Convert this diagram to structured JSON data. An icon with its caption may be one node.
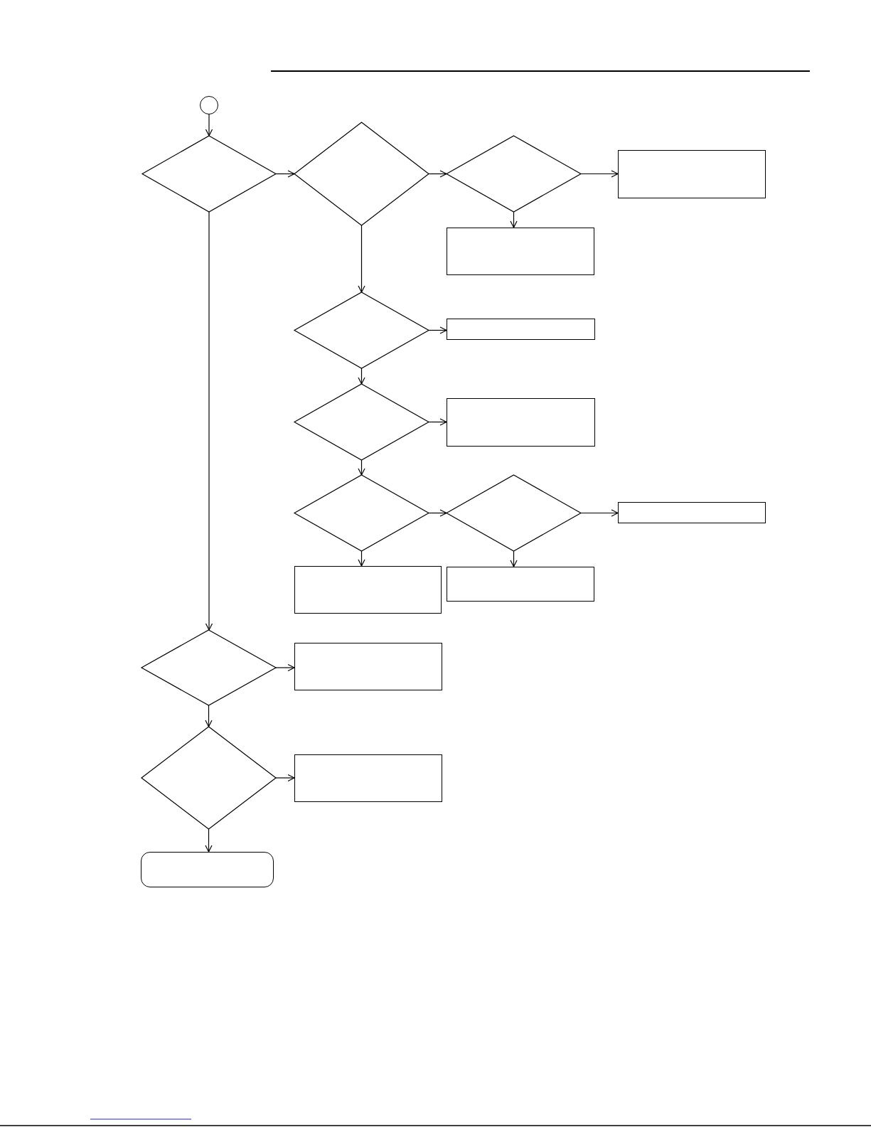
{
  "diagram": {
    "nodes": [
      {
        "text": [],
        "shape": "circle"
      },
      {
        "text": [],
        "shape": "diamond"
      },
      {
        "text": [],
        "shape": "diamond"
      },
      {
        "text": [],
        "shape": "diamond"
      },
      {
        "text": [],
        "shape": "box"
      },
      {
        "text": [],
        "shape": "box"
      },
      {
        "text": [],
        "shape": "diamond"
      },
      {
        "text": [],
        "shape": "box"
      },
      {
        "text": [],
        "shape": "diamond"
      },
      {
        "text": [],
        "shape": "box"
      },
      {
        "text": [],
        "shape": "diamond"
      },
      {
        "text": [],
        "shape": "diamond"
      },
      {
        "text": [],
        "shape": "box"
      },
      {
        "text": [],
        "shape": "box"
      },
      {
        "text": [],
        "shape": "box"
      },
      {
        "text": [],
        "shape": "diamond"
      },
      {
        "text": [],
        "shape": "box"
      },
      {
        "text": [],
        "shape": "diamond"
      },
      {
        "text": [],
        "shape": "box"
      },
      {
        "text": [],
        "shape": "box"
      }
    ],
    "edges": [
      {
        "from": 0,
        "to": 1,
        "arrow": "to"
      },
      {
        "from": 1,
        "to": 2,
        "arrow": "to"
      },
      {
        "from": 2,
        "to": 3,
        "arrow": "to"
      },
      {
        "from": 3,
        "to": 4,
        "arrow": "to"
      },
      {
        "from": 3,
        "to": 5,
        "arrow": "to"
      },
      {
        "from": 2,
        "to": 6,
        "arrow": "to"
      },
      {
        "from": 6,
        "to": 7,
        "arrow": "to"
      },
      {
        "from": 6,
        "to": 8,
        "arrow": "to"
      },
      {
        "from": 8,
        "to": 9,
        "arrow": "to"
      },
      {
        "from": 8,
        "to": 10,
        "arrow": "to"
      },
      {
        "from": 10,
        "to": 11,
        "arrow": "to"
      },
      {
        "from": 11,
        "to": 12,
        "arrow": "to"
      },
      {
        "from": 10,
        "to": 13,
        "arrow": "to"
      },
      {
        "from": 11,
        "to": 14,
        "arrow": "to"
      },
      {
        "from": 1,
        "to": 15,
        "arrow": "to"
      },
      {
        "from": 15,
        "to": 16,
        "arrow": "to"
      },
      {
        "from": 15,
        "to": 17,
        "arrow": "to"
      },
      {
        "from": 17,
        "to": 18,
        "arrow": "to"
      },
      {
        "from": 17,
        "to": 19,
        "arrow": "to"
      }
    ]
  }
}
